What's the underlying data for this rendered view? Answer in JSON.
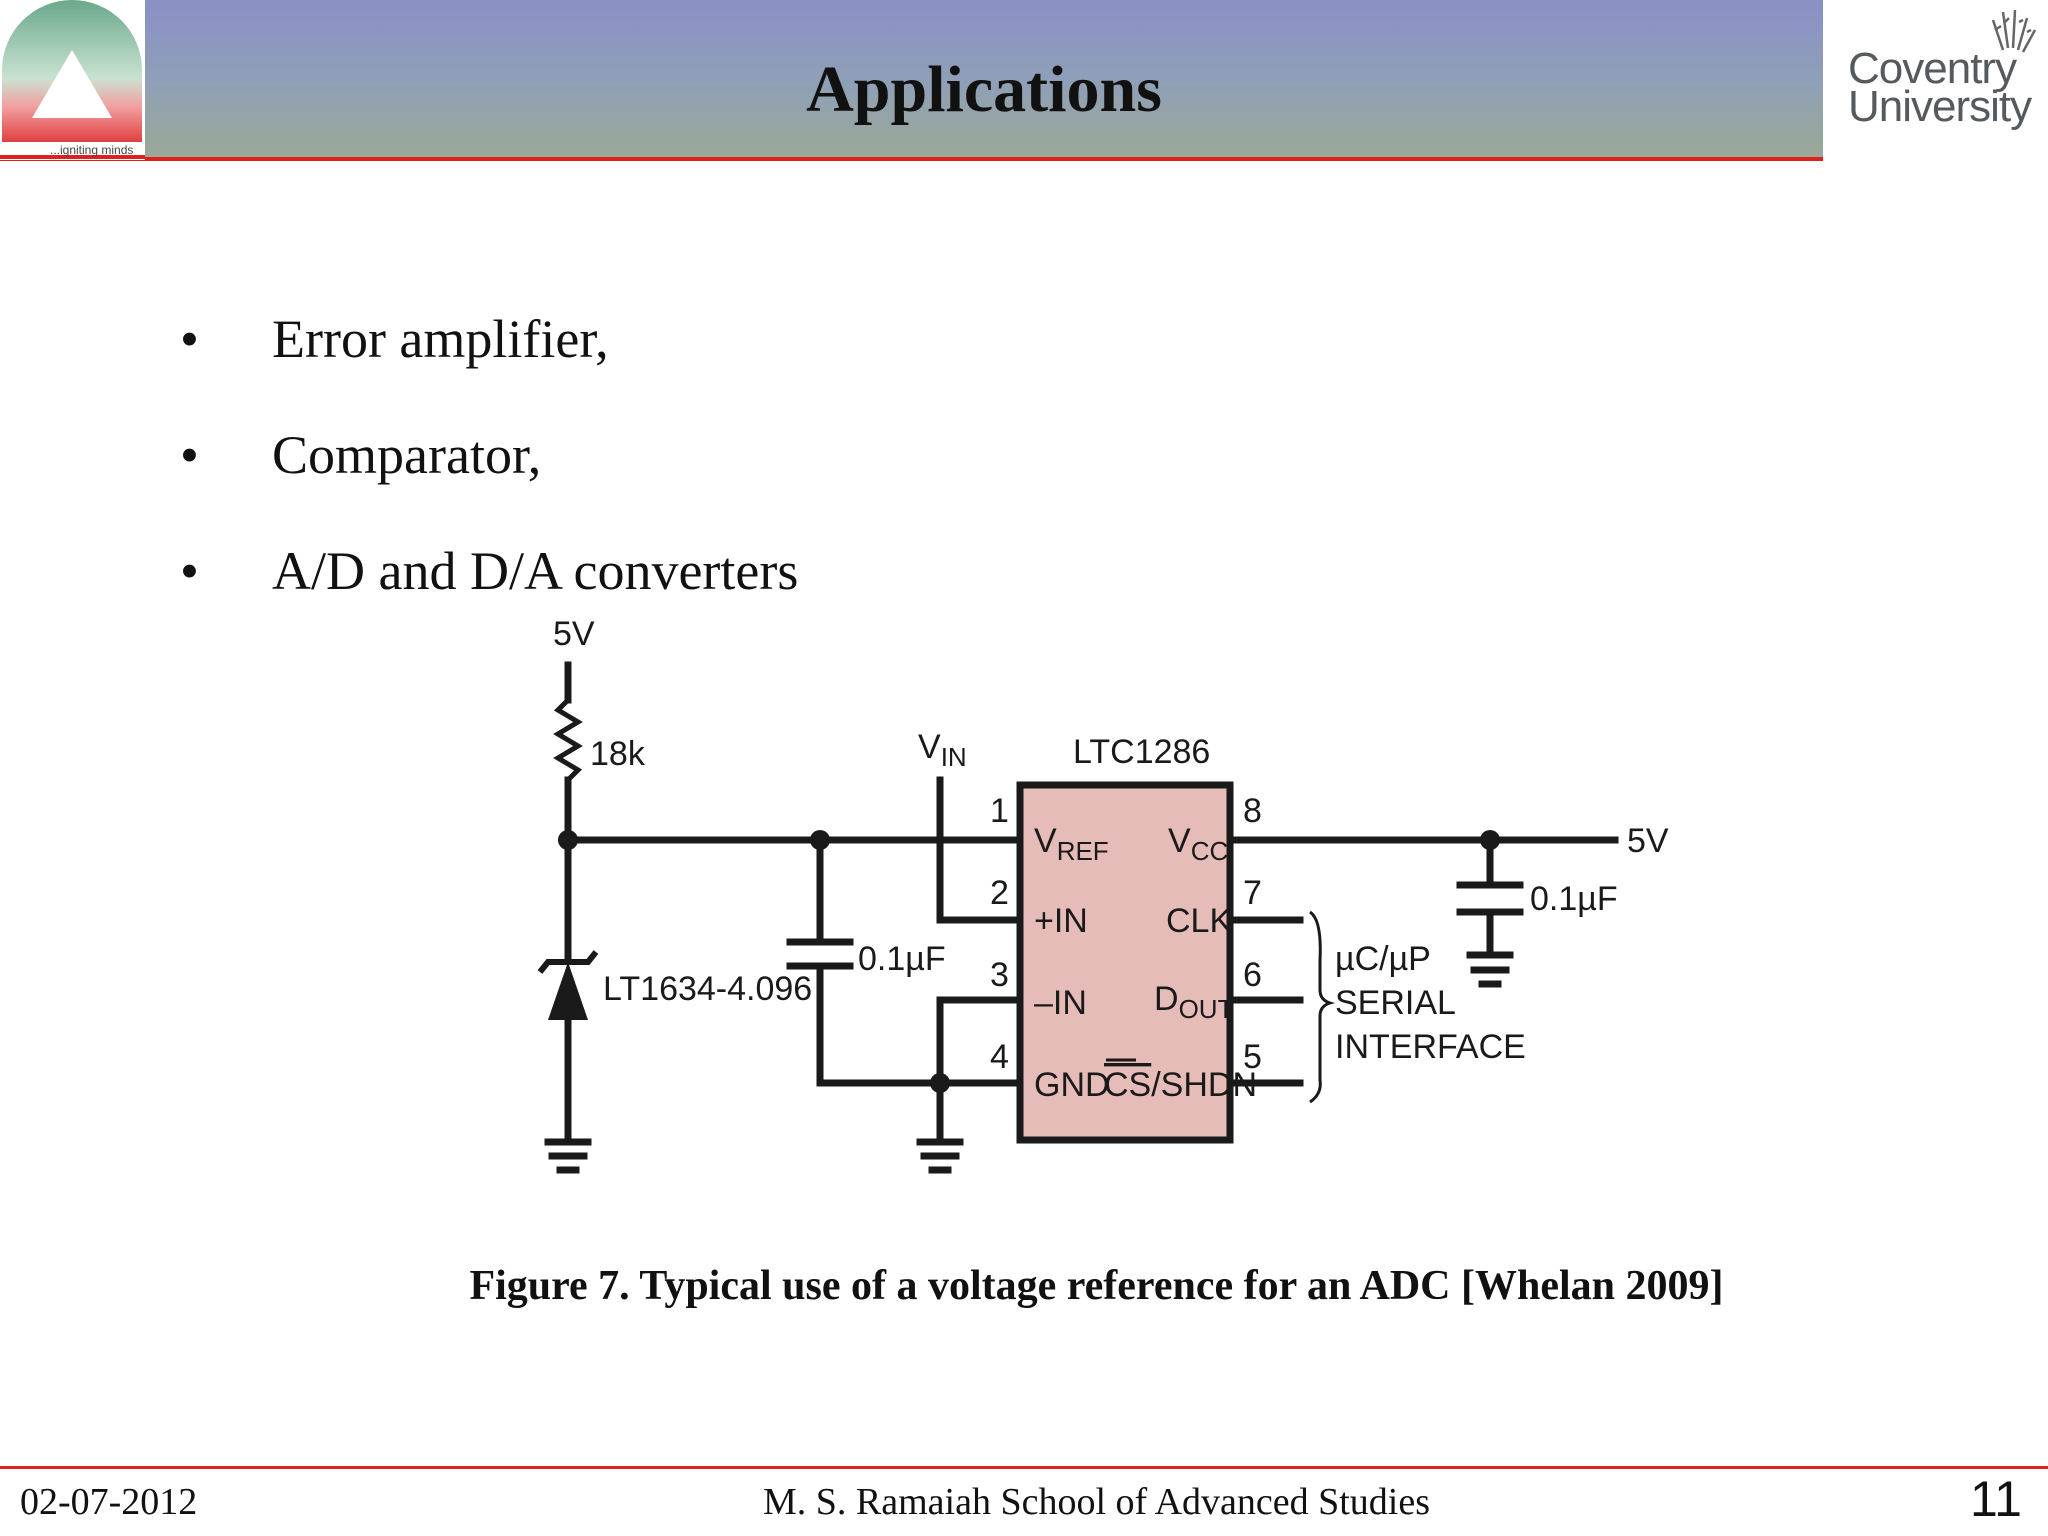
{
  "header": {
    "title": "Applications",
    "left_logo_tagline": "...igniting minds",
    "right_logo_line1": "Coventry",
    "right_logo_line2": "University"
  },
  "bullets": [
    {
      "marker": "•",
      "text": "Error amplifier,"
    },
    {
      "marker": "•",
      "text": "Comparator,"
    },
    {
      "marker": "•",
      "text": "A/D  and D/A converters"
    }
  ],
  "circuit": {
    "supply_left": "5V",
    "resistor": "18k",
    "vin_main": "V",
    "vin_sub": "IN",
    "chip_name": "LTC1286",
    "reference_part": "LT1634-4.096",
    "cap_left": "0.1µF",
    "cap_right": "0.1µF",
    "supply_right": "5V",
    "pins_left": [
      "1",
      "2",
      "3",
      "4"
    ],
    "pins_right": [
      "8",
      "7",
      "6",
      "5"
    ],
    "vref_main": "V",
    "vref_sub": "REF",
    "plus_in": "+IN",
    "minus_in": "–IN",
    "gnd": "GND",
    "vcc_main": "V",
    "vcc_sub": "CC",
    "clk": "CLK",
    "dout_main": "D",
    "dout_sub": "OUT",
    "cs_bar": "CS",
    "shdn": "/SHDN",
    "interface_lines": [
      "µC/µP",
      "SERIAL",
      "INTERFACE"
    ]
  },
  "caption": "Figure 7. Typical use of a voltage reference for an ADC [Whelan 2009]",
  "footer": {
    "date": "02-07-2012",
    "school": "M. S. Ramaiah School of Advanced Studies",
    "page": "11"
  },
  "colors": {
    "header_accent": "#e02020",
    "chip_fill": "#e6bcb8"
  }
}
